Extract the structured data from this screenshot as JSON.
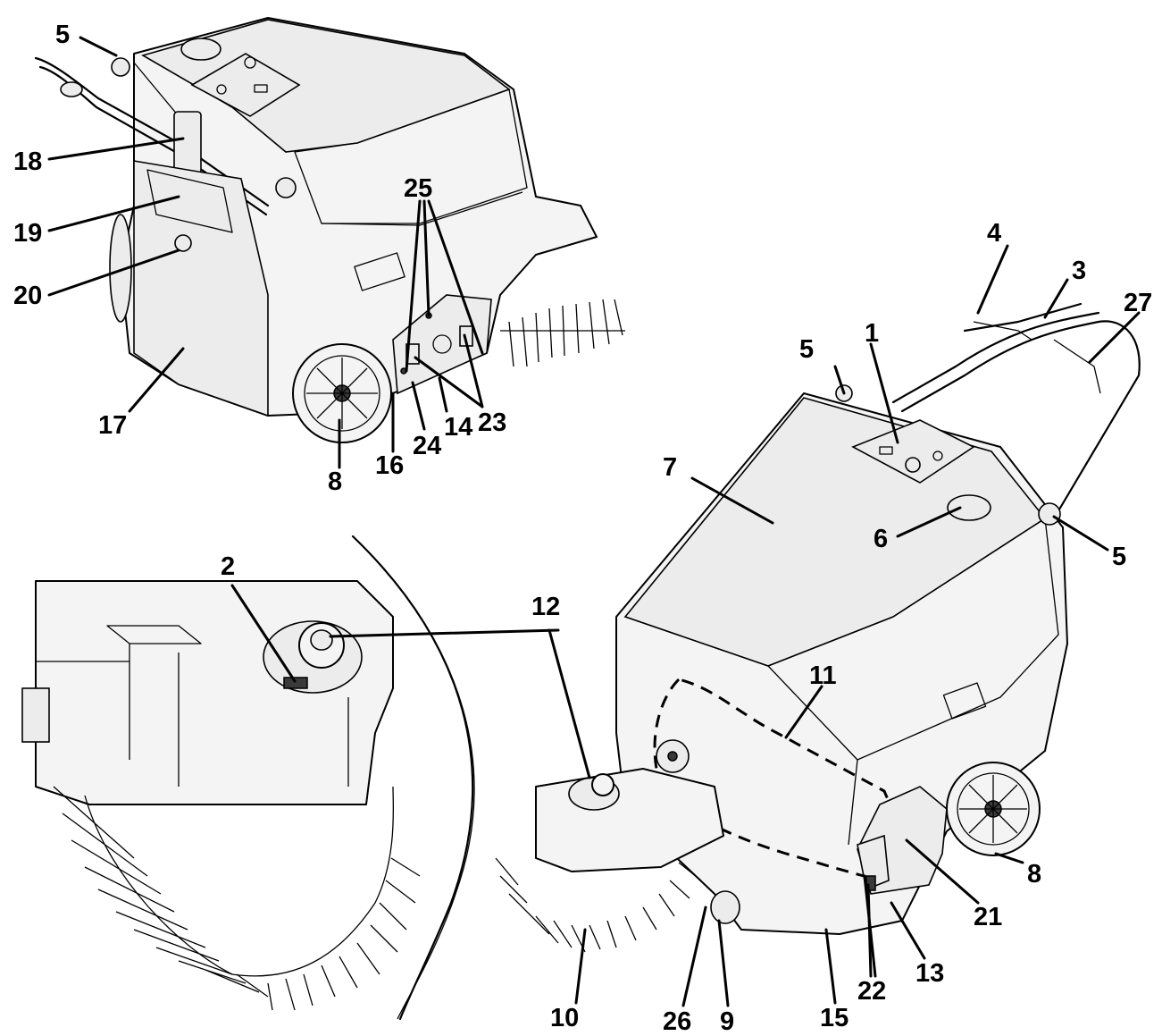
{
  "callouts": {
    "n1": "1",
    "n2": "2",
    "n3": "3",
    "n4": "4",
    "n5a": "5",
    "n5b": "5",
    "n5c": "5",
    "n6": "6",
    "n7": "7",
    "n8a": "8",
    "n8b": "8",
    "n9": "9",
    "n10": "10",
    "n11": "11",
    "n12": "12",
    "n13": "13",
    "n14": "14",
    "n15": "15",
    "n16": "16",
    "n17": "17",
    "n18": "18",
    "n19": "19",
    "n20": "20",
    "n21": "21",
    "n22": "22",
    "n23": "23",
    "n24": "24",
    "n25": "25",
    "n26": "26",
    "n27": "27"
  }
}
